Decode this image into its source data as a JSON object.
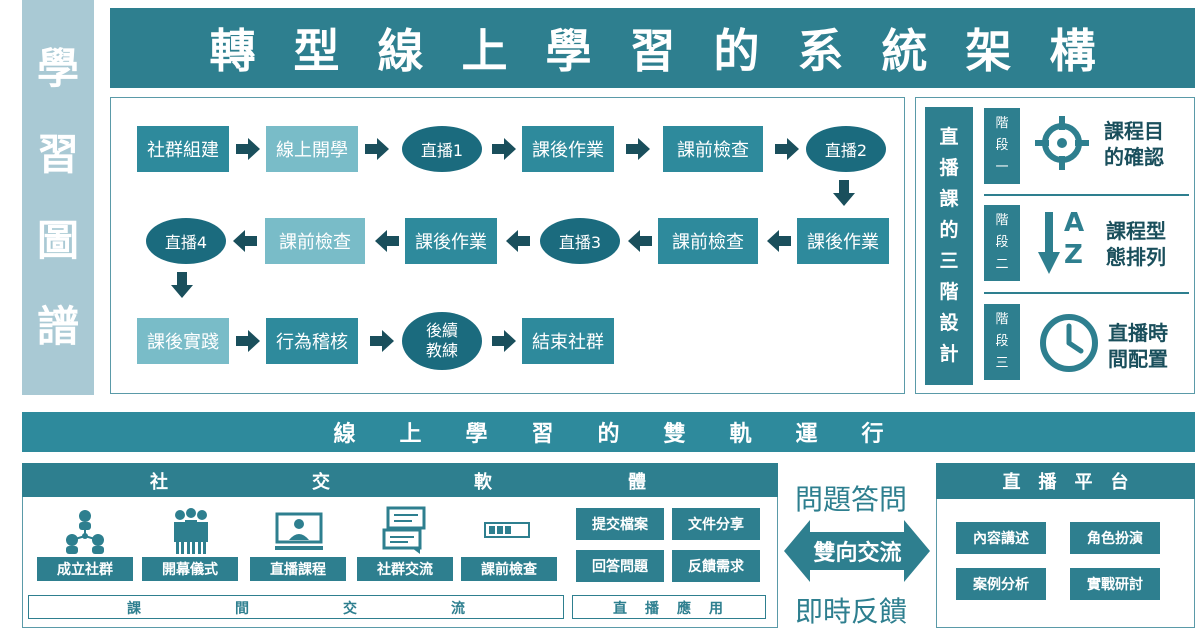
{
  "side_banner": [
    "學",
    "習",
    "圖",
    "譜"
  ],
  "main_title": "轉型線上學習的系統架構",
  "flow": {
    "row1": [
      "社群組建",
      "線上開學",
      "直播1",
      "課後作業",
      "課前檢查",
      "直播2"
    ],
    "row2": [
      "直播4",
      "課前檢查",
      "課後作業",
      "直播3",
      "課前檢查",
      "課後作業"
    ],
    "row3": [
      "課後實踐",
      "行為稽核",
      "後續",
      "教練",
      "結束社群"
    ]
  },
  "stages": {
    "vertical_title": [
      "直",
      "播",
      "課",
      "的",
      "三",
      "階",
      "設",
      "計"
    ],
    "items": [
      {
        "tag": [
          "階",
          "段",
          "一"
        ],
        "label_l1": "課程目",
        "label_l2": "的確認",
        "icon": "crosshair-icon"
      },
      {
        "tag": [
          "階",
          "段",
          "二"
        ],
        "label_l1": "課程型",
        "label_l2": "態排列",
        "icon": "sort-az-icon"
      },
      {
        "tag": [
          "階",
          "段",
          "三"
        ],
        "label_l1": "直播時",
        "label_l2": "間配置",
        "icon": "clock-icon"
      }
    ],
    "az_letters": [
      "A",
      "Z"
    ]
  },
  "dual_track_title": "線上學習的雙軌運行",
  "social_software": {
    "header": [
      "社",
      "交",
      "軟",
      "體"
    ],
    "icons": [
      {
        "label": "成立社群",
        "icon": "community-network-icon"
      },
      {
        "label": "開幕儀式",
        "icon": "group-people-icon"
      },
      {
        "label": "直播課程",
        "icon": "presenter-screen-icon"
      },
      {
        "label": "社群交流",
        "icon": "chat-bubbles-icon"
      },
      {
        "label": "課前檢查",
        "icon": "progress-bar-icon"
      }
    ],
    "live_buttons": [
      "提交檔案",
      "文件分享",
      "回答問題",
      "反饋需求"
    ],
    "bar_left": [
      "課",
      "間",
      "交",
      "流"
    ],
    "bar_right": [
      "直",
      "播",
      "應",
      "用"
    ]
  },
  "interaction": {
    "top": "問題答問",
    "arrow": "雙向交流",
    "bottom": "即時反饋"
  },
  "platform": {
    "header": "直播平台",
    "buttons": [
      "內容講述",
      "角色扮演",
      "案例分析",
      "實戰研討"
    ]
  },
  "colors": {
    "dark_teal": "#2e7f8f",
    "light_teal": "#79bcc8",
    "navy_oval": "#1b6b7e",
    "side_light": "#a9c9d4"
  }
}
